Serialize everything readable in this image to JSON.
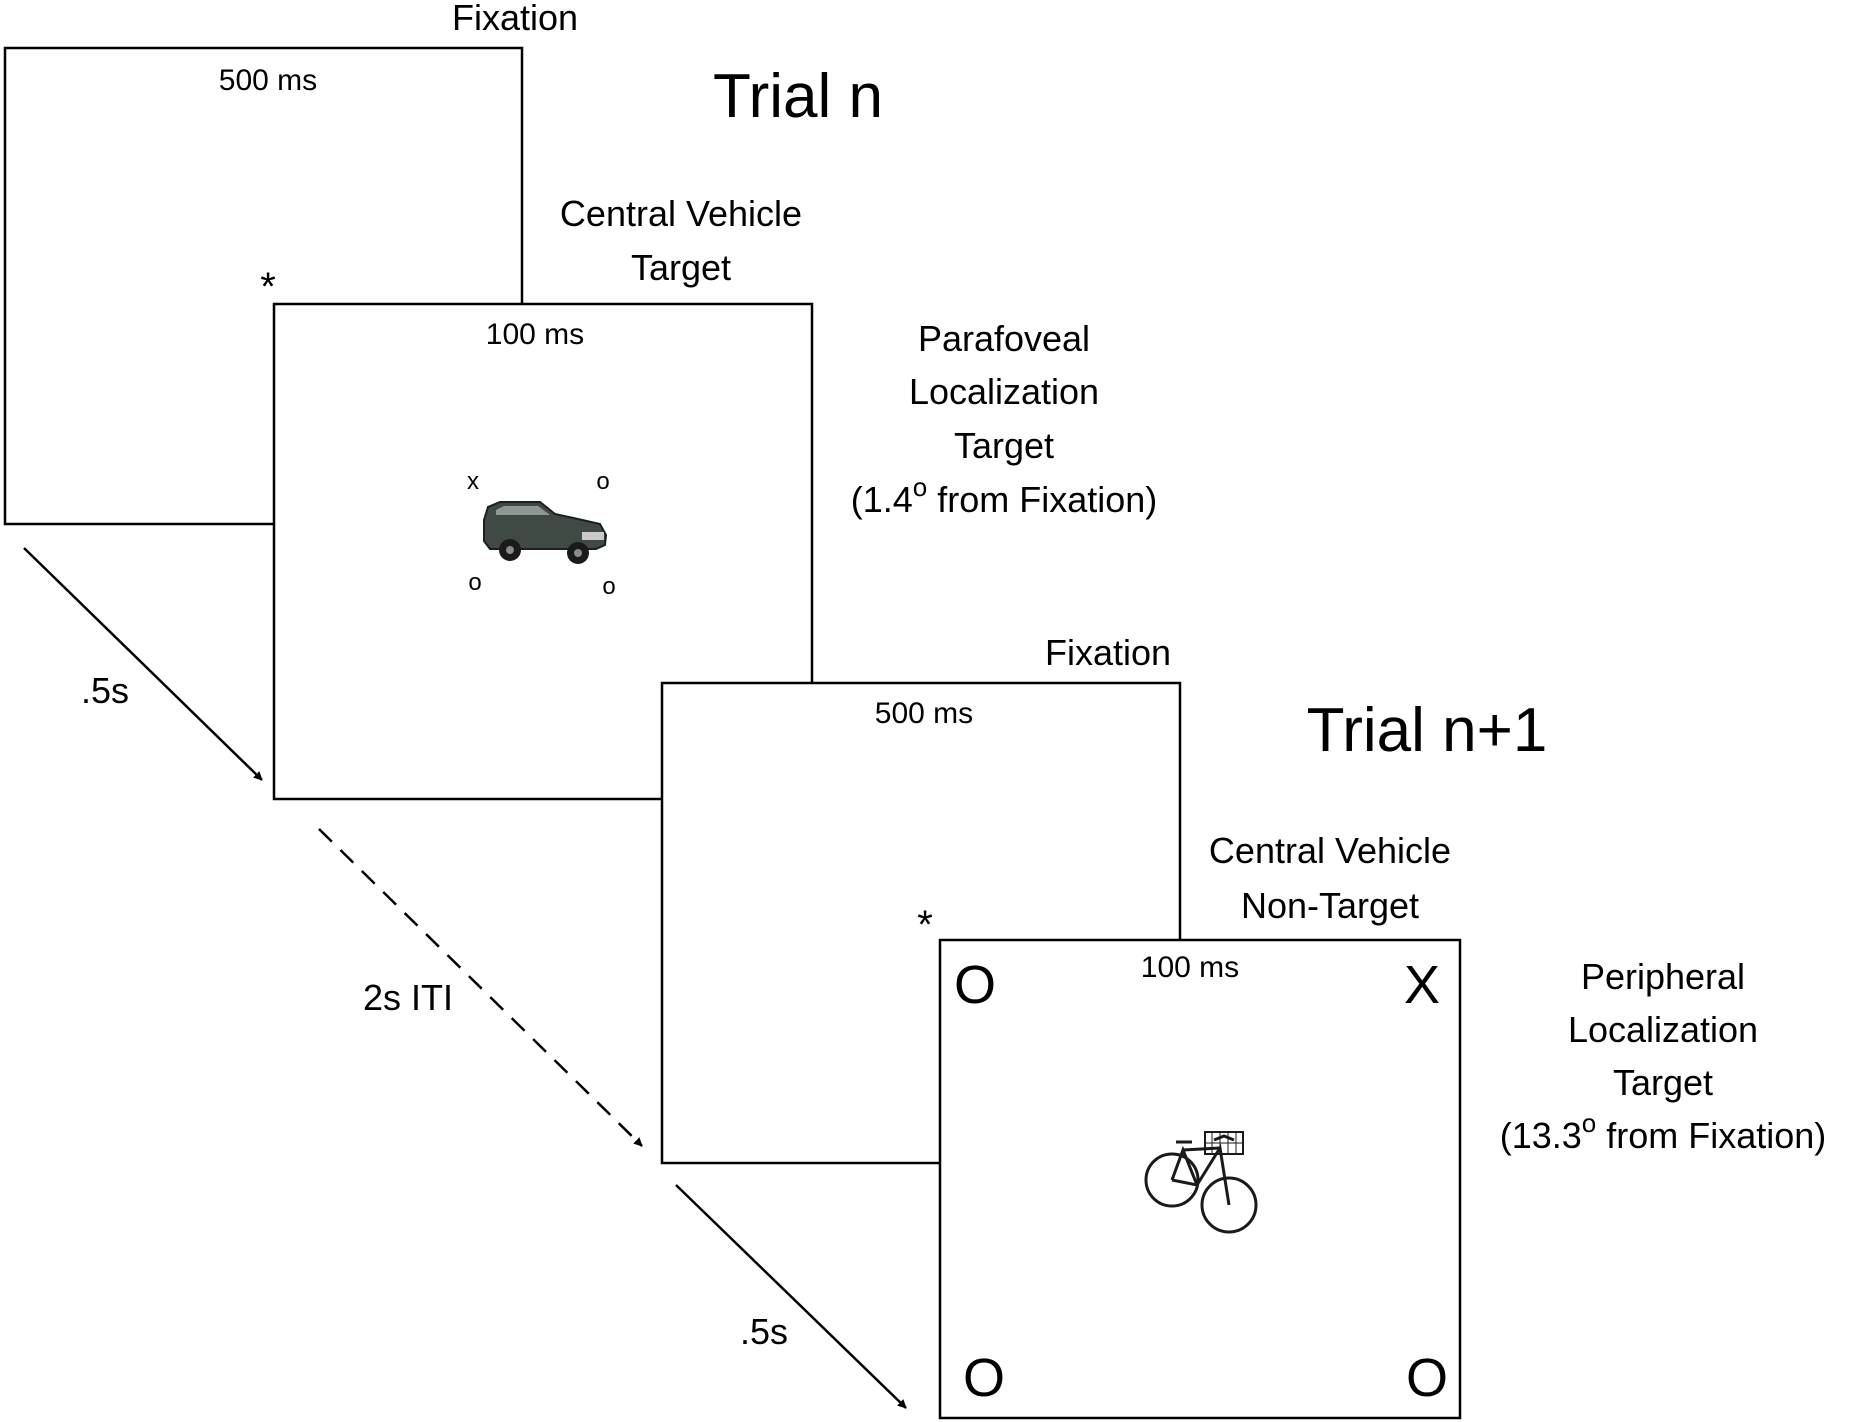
{
  "trial_n": {
    "title": "Trial n",
    "fixation": {
      "label": "Fixation",
      "duration": "500 ms",
      "marker": "*"
    },
    "target": {
      "label_line1": "Central Vehicle",
      "label_line2": "Target",
      "duration": "100 ms",
      "stimulus": "car-image",
      "letters": {
        "top_left": "x",
        "top_right": "o",
        "bottom_left": "o",
        "bottom_right": "o"
      }
    },
    "localization": {
      "line1": "Parafoveal",
      "line2": "Localization",
      "line3": "Target",
      "line4_pre": "(1.4",
      "line4_sup": "o",
      "line4_post": " from Fixation)"
    }
  },
  "trial_n1": {
    "title": "Trial n+1",
    "fixation": {
      "label": "Fixation",
      "duration": "500 ms",
      "marker": "*"
    },
    "target": {
      "label_line1": "Central Vehicle",
      "label_line2": "Non-Target",
      "duration": "100 ms",
      "stimulus": "bicycle-image",
      "letters": {
        "top_left": "O",
        "top_right": "X",
        "bottom_left": "O",
        "bottom_right": "O"
      }
    },
    "localization": {
      "line1": "Peripheral",
      "line2": "Localization",
      "line3": "Target",
      "line4_pre": "(13.3",
      "line4_sup": "o",
      "line4_post": " from Fixation)"
    }
  },
  "timings": {
    "soa_1": ".5s",
    "iti": "2s ITI",
    "soa_2": ".5s"
  }
}
